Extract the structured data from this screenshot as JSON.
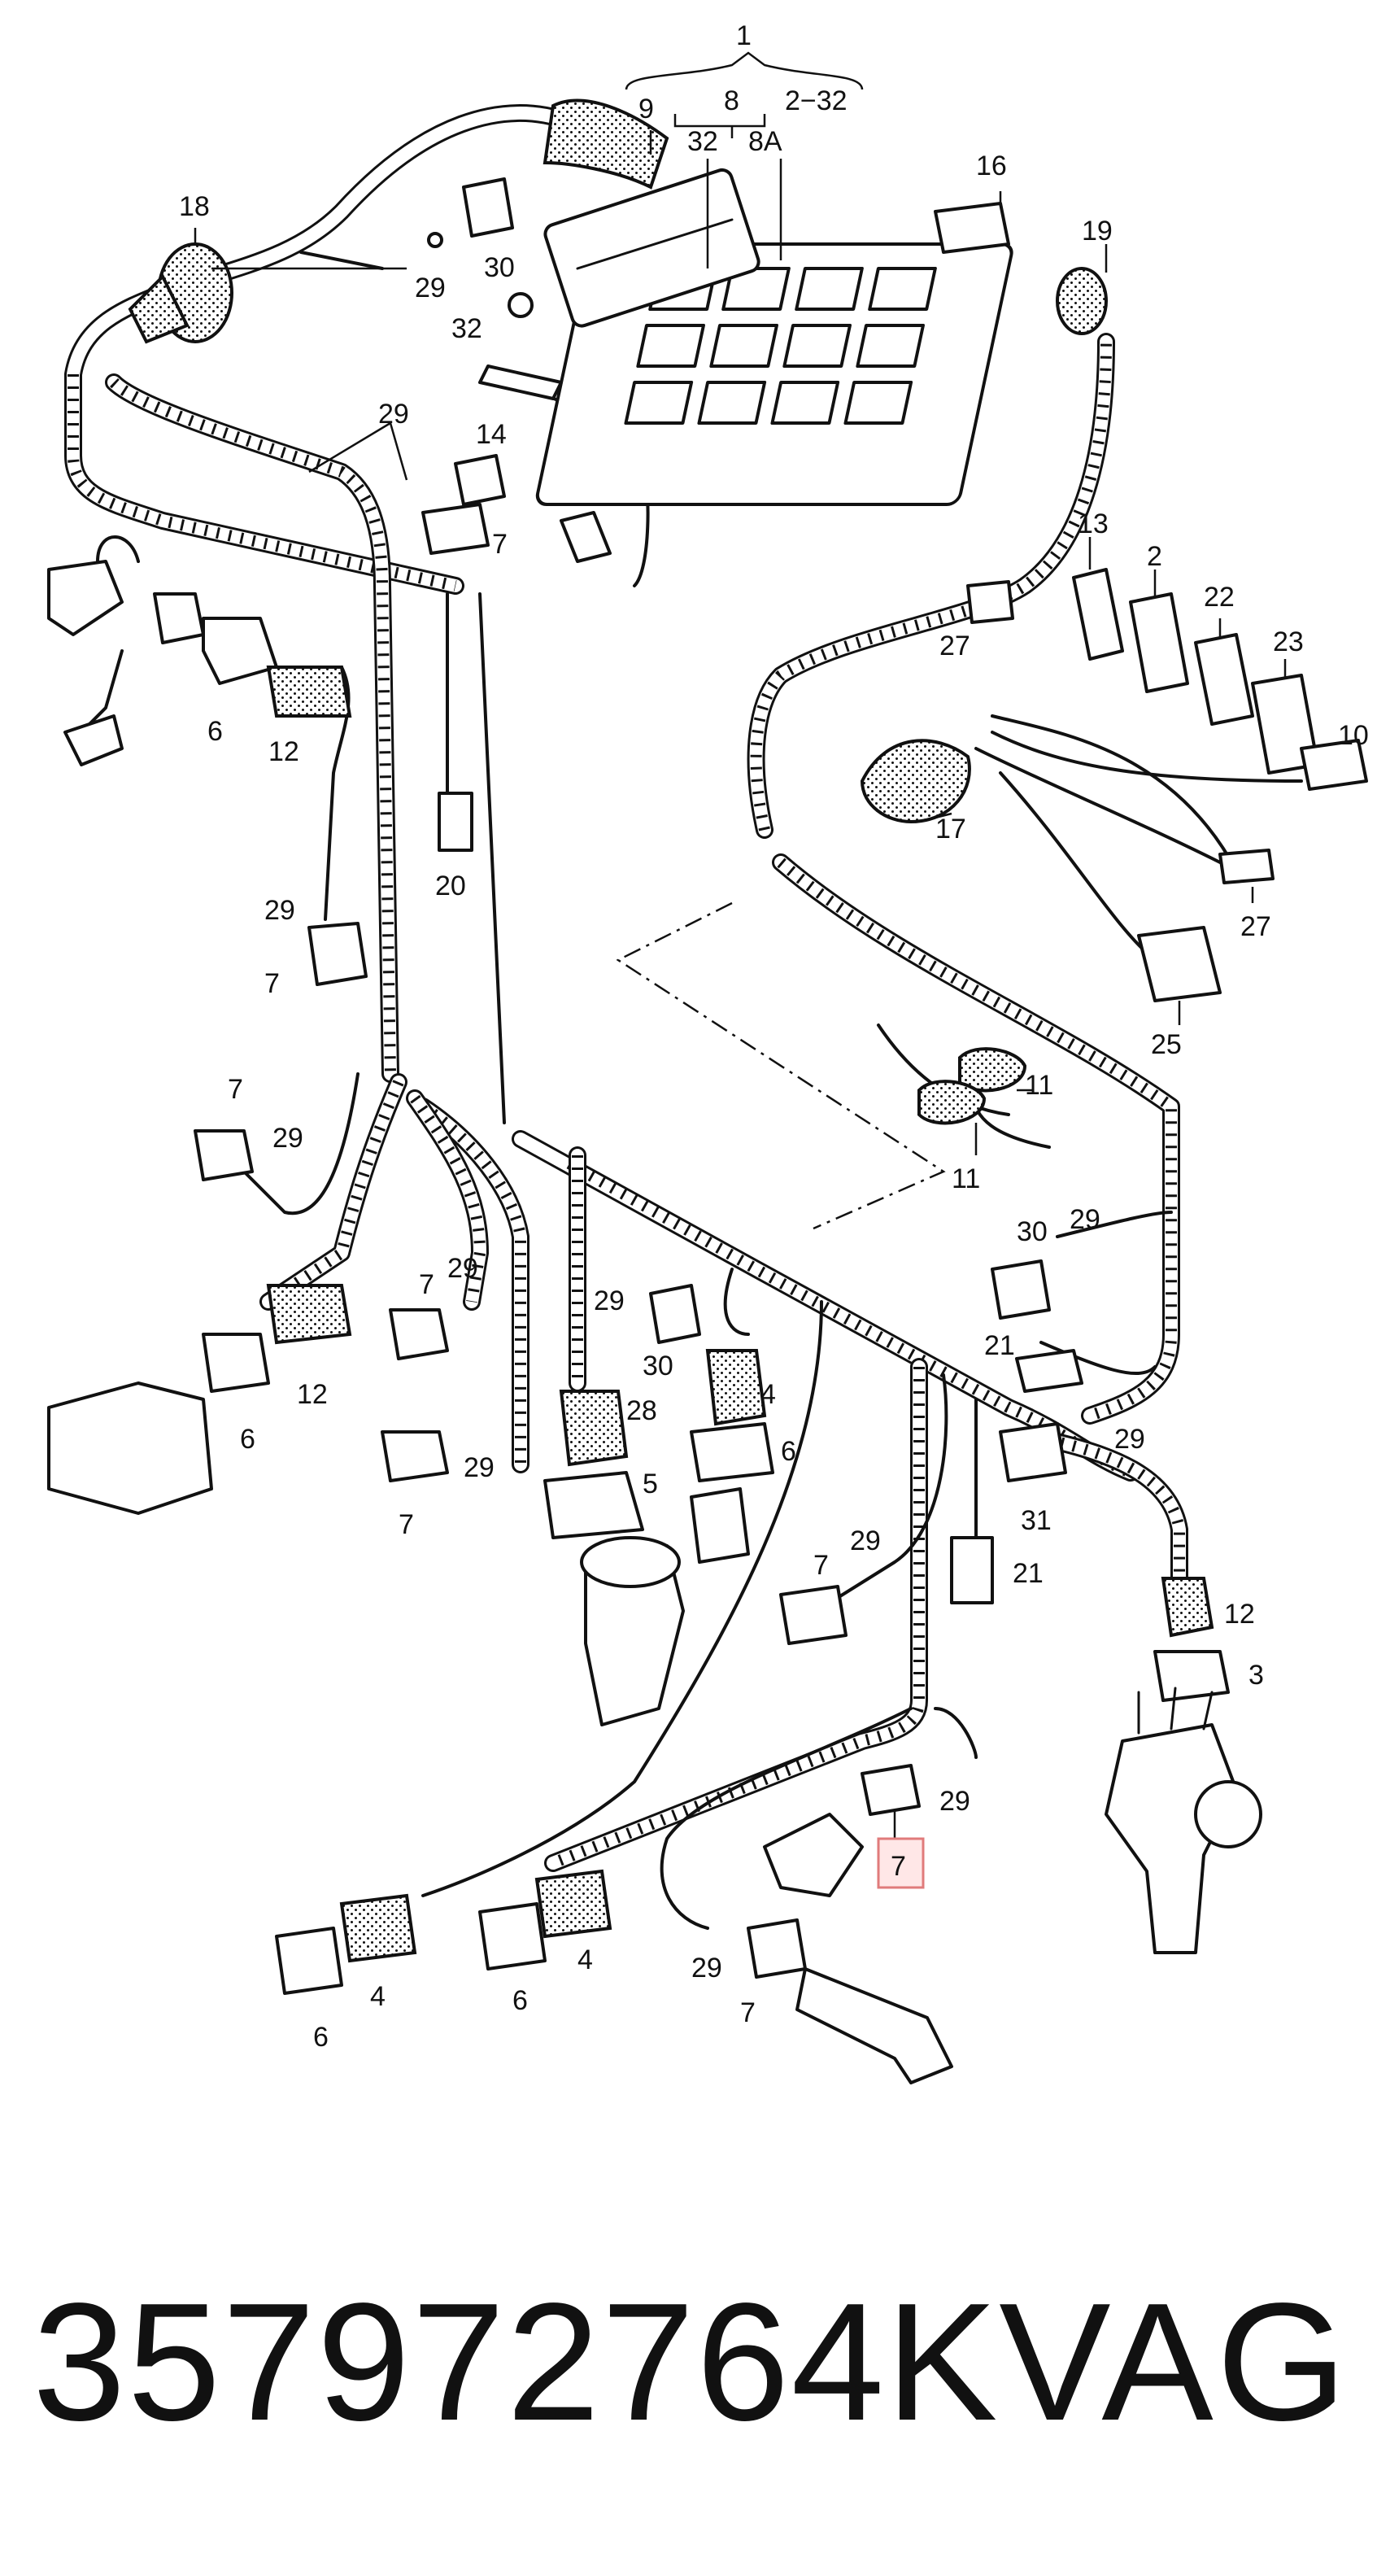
{
  "callouts": [
    {
      "id": "c1",
      "text": "1"
    },
    {
      "id": "c9",
      "text": "9"
    },
    {
      "id": "c8",
      "text": "8"
    },
    {
      "id": "c2-32",
      "text": "2−32"
    },
    {
      "id": "c32a",
      "text": "32"
    },
    {
      "id": "c8A",
      "text": "8A"
    },
    {
      "id": "c18",
      "text": "18"
    },
    {
      "id": "c30a",
      "text": "30"
    },
    {
      "id": "c29a",
      "text": "29"
    },
    {
      "id": "c32b",
      "text": "32"
    },
    {
      "id": "c16",
      "text": "16"
    },
    {
      "id": "c19",
      "text": "19"
    },
    {
      "id": "c29b",
      "text": "29"
    },
    {
      "id": "c14",
      "text": "14"
    },
    {
      "id": "c7a",
      "text": "7"
    },
    {
      "id": "c13",
      "text": "13"
    },
    {
      "id": "c2",
      "text": "2"
    },
    {
      "id": "c22",
      "text": "22"
    },
    {
      "id": "c27a",
      "text": "27"
    },
    {
      "id": "c23",
      "text": "23"
    },
    {
      "id": "c10",
      "text": "10"
    },
    {
      "id": "c6a",
      "text": "6"
    },
    {
      "id": "c12a",
      "text": "12"
    },
    {
      "id": "c17",
      "text": "17"
    },
    {
      "id": "c27b",
      "text": "27"
    },
    {
      "id": "c20",
      "text": "20"
    },
    {
      "id": "c29c",
      "text": "29"
    },
    {
      "id": "c7b",
      "text": "7"
    },
    {
      "id": "c25",
      "text": "25"
    },
    {
      "id": "c11a",
      "text": "11"
    },
    {
      "id": "c11b",
      "text": "11"
    },
    {
      "id": "c7c",
      "text": "7"
    },
    {
      "id": "c29d",
      "text": "29"
    },
    {
      "id": "c30b",
      "text": "30"
    },
    {
      "id": "c29e",
      "text": "29"
    },
    {
      "id": "c7d",
      "text": "7"
    },
    {
      "id": "c29f",
      "text": "29"
    },
    {
      "id": "c12b",
      "text": "12"
    },
    {
      "id": "c6b",
      "text": "6"
    },
    {
      "id": "c29g",
      "text": "29"
    },
    {
      "id": "c30c",
      "text": "30"
    },
    {
      "id": "c4a",
      "text": "4"
    },
    {
      "id": "c21a",
      "text": "21"
    },
    {
      "id": "c29h",
      "text": "29"
    },
    {
      "id": "c28",
      "text": "28"
    },
    {
      "id": "c6c",
      "text": "6"
    },
    {
      "id": "c31",
      "text": "31"
    },
    {
      "id": "c7e",
      "text": "7"
    },
    {
      "id": "c29i",
      "text": "29"
    },
    {
      "id": "c5",
      "text": "5"
    },
    {
      "id": "c7f",
      "text": "7"
    },
    {
      "id": "c29j",
      "text": "29"
    },
    {
      "id": "c21b",
      "text": "21"
    },
    {
      "id": "c12c",
      "text": "12"
    },
    {
      "id": "c3",
      "text": "3"
    },
    {
      "id": "c29k",
      "text": "29"
    },
    {
      "id": "c7g",
      "text": "7"
    },
    {
      "id": "c4b",
      "text": "4"
    },
    {
      "id": "c6d",
      "text": "6"
    },
    {
      "id": "c4c",
      "text": "4"
    },
    {
      "id": "c6e",
      "text": "6"
    },
    {
      "id": "c29l",
      "text": "29"
    },
    {
      "id": "c7h",
      "text": "7"
    }
  ],
  "highlight": {
    "callout": "c7g",
    "color": "#e07b7b"
  },
  "footer": {
    "part_number": "357972764K",
    "brand": "VAG"
  }
}
